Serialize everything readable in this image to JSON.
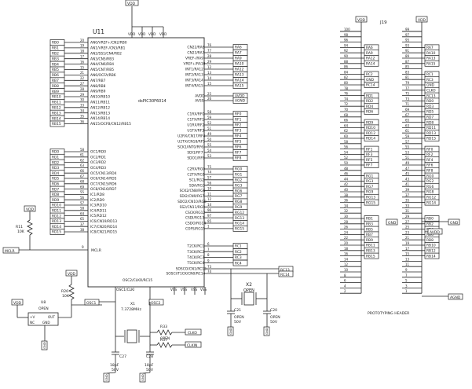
{
  "u11": {
    "ref": "U11",
    "part": "dsPIC30F6014",
    "vdd_pins": [
      "VDD",
      "VDD",
      "VDD",
      "VDD"
    ],
    "vss_pins": [
      "VSS",
      "VSS",
      "VSS",
      "VSS"
    ],
    "left": [
      {
        "net": "RB0",
        "num": "20",
        "fn": "AN0/VREF+/CN2/RB0"
      },
      {
        "net": "RB1",
        "num": "19",
        "fn": "AN1/VREF-/CN3/RB1"
      },
      {
        "net": "RB2",
        "num": "18",
        "fn": "AN2/SS1/CN4/RB2"
      },
      {
        "net": "RB3",
        "num": "17",
        "fn": "AN3/CN5/RB3"
      },
      {
        "net": "RB4",
        "num": "16",
        "fn": "AN4/CN6/RB4"
      },
      {
        "net": "RB5",
        "num": "15",
        "fn": "AN5/CN7/RB5"
      },
      {
        "net": "RB6",
        "num": "21",
        "fn": "AN6/OCFA/RB6"
      },
      {
        "net": "RB7",
        "num": "22",
        "fn": "AN7/RB7"
      },
      {
        "net": "RB8",
        "num": "27",
        "fn": "AN8/RB8"
      },
      {
        "net": "RB9",
        "num": "28",
        "fn": "AN9/RB9"
      },
      {
        "net": "RB10",
        "num": "29",
        "fn": "AN10/RB10"
      },
      {
        "net": "RB11",
        "num": "30",
        "fn": "AN11/RB11"
      },
      {
        "net": "RB12",
        "num": "33",
        "fn": "AN12/RB12"
      },
      {
        "net": "RB13",
        "num": "34",
        "fn": "AN13/RB13"
      },
      {
        "net": "RB14",
        "num": "35",
        "fn": "AN14/RB14"
      },
      {
        "net": "RB15",
        "num": "36",
        "fn": "AN15/OCFB/CN12/RB15"
      },
      {
        "net": "RD0",
        "num": "58",
        "fn": "OC1/RD0"
      },
      {
        "net": "RD1",
        "num": "61",
        "fn": "OC2/RD1"
      },
      {
        "net": "RD2",
        "num": "62",
        "fn": "OC3/RD2"
      },
      {
        "net": "RD3",
        "num": "63",
        "fn": "OC4/RD3"
      },
      {
        "net": "RD4",
        "num": "66",
        "fn": "OC5/CN13/RD4"
      },
      {
        "net": "RD5",
        "num": "67",
        "fn": "OC6/CN14/RD5"
      },
      {
        "net": "RD6",
        "num": "68",
        "fn": "OC7/CN15/RD6"
      },
      {
        "net": "RD7",
        "num": "69",
        "fn": "OC8/CN16/RD7"
      },
      {
        "net": "RD8",
        "num": "55",
        "fn": "IC1/RD8"
      },
      {
        "net": "RD9",
        "num": "56",
        "fn": "IC2/RD9"
      },
      {
        "net": "RD10",
        "num": "57",
        "fn": "IC3/RD10"
      },
      {
        "net": "RD11",
        "num": "58",
        "fn": "IC4/RD11"
      },
      {
        "net": "RD12",
        "num": "64",
        "fn": "IC5/RD12"
      },
      {
        "net": "RD13",
        "num": "65",
        "fn": "IC6/CN19/RD13"
      },
      {
        "net": "RD14",
        "num": "37",
        "fn": "IC7/CN20/RD14"
      },
      {
        "net": "RD15",
        "num": "38",
        "fn": "IC8/CN21/RD15"
      }
    ],
    "right": [
      {
        "net": "RA6",
        "num": "76",
        "fn": "CN22/RA6"
      },
      {
        "net": "RA7",
        "num": "77",
        "fn": "CN23/RA7"
      },
      {
        "net": "RA9",
        "num": "28",
        "fn": "VREF-/RA9"
      },
      {
        "net": "RA10",
        "num": "29",
        "fn": "VREF+/RA10"
      },
      {
        "net": "RA12",
        "num": "12",
        "fn": "INT1/RA12"
      },
      {
        "net": "RA13",
        "num": "13",
        "fn": "INT2/RA13"
      },
      {
        "net": "RA14",
        "num": "14",
        "fn": "INT3/RA14"
      },
      {
        "net": "RA15",
        "num": "15",
        "fn": "INT4/RA15"
      },
      {
        "net": "AVDD",
        "num": "25",
        "fn": "AVDD"
      },
      {
        "net": "AGND",
        "num": "26",
        "fn": "AVSS"
      },
      {
        "net": "RF0",
        "num": "58",
        "fn": "C1RX/RF0"
      },
      {
        "net": "RF1",
        "num": "59",
        "fn": "C1TX/RF1"
      },
      {
        "net": "RF2",
        "num": "52",
        "fn": "U1RX/RF2"
      },
      {
        "net": "RF3",
        "num": "51",
        "fn": "U1TX/RF3"
      },
      {
        "net": "RF4",
        "num": "49",
        "fn": "U2RX/CN17/RF4"
      },
      {
        "net": "RF5",
        "num": "50",
        "fn": "U2TX/CN18/RF5"
      },
      {
        "net": "RF6",
        "num": "55",
        "fn": "SCK1/INT0/RF6"
      },
      {
        "net": "RF7",
        "num": "54",
        "fn": "SDI1/RF7"
      },
      {
        "net": "RF8",
        "num": "53",
        "fn": "SDO1/RF8"
      },
      {
        "net": "RG0",
        "num": "75",
        "fn": "C2RX/RG0"
      },
      {
        "net": "RG1",
        "num": "74",
        "fn": "C2TX/RG1"
      },
      {
        "net": "RG2",
        "num": "57",
        "fn": "SCL/RG2"
      },
      {
        "net": "RG3",
        "num": "56",
        "fn": "SDA/RG3"
      },
      {
        "net": "RG6",
        "num": "10",
        "fn": "SCK2/CN8/RG6"
      },
      {
        "net": "RG7",
        "num": "11",
        "fn": "SDI2/CN9/RG7"
      },
      {
        "net": "RG8",
        "num": "12",
        "fn": "SDO2/CN10/RG8"
      },
      {
        "net": "RG9",
        "num": "14",
        "fn": "SS2/CN11/RG9"
      },
      {
        "net": "RG12",
        "num": "96",
        "fn": "CSCK/RG12"
      },
      {
        "net": "RG13",
        "num": "97",
        "fn": "CSDI/RG13"
      },
      {
        "net": "RG14",
        "num": "95",
        "fn": "CSDO/RG14"
      },
      {
        "net": "RG15",
        "num": "1",
        "fn": "COFS/RG15"
      },
      {
        "net": "RC1",
        "num": "6",
        "fn": "T2CK/RC1"
      },
      {
        "net": "RC2",
        "num": "7",
        "fn": "T3CK/RC2"
      },
      {
        "net": "RC3",
        "num": "8",
        "fn": "T4CK/RC3"
      },
      {
        "net": "RC4",
        "num": "9",
        "fn": "T5CK/RC4"
      },
      {
        "net": "RC13",
        "num": "73",
        "fn": "SOSCO/CN1/RC13"
      },
      {
        "net": "RC14",
        "num": "74",
        "fn": "SOSCI/T1CK/CN0/RC14"
      }
    ],
    "mclr": {
      "num": "9",
      "fn": "MCLR",
      "net": "MCLR"
    },
    "osc2": {
      "fn": "OSC2/CLKO/RC15",
      "num": "64"
    },
    "osc1": {
      "fn": "OSC1/CLKI",
      "num": "63"
    }
  },
  "power": {
    "vdd": "VDD"
  },
  "r11": {
    "ref": "R11",
    "val": "10K"
  },
  "r26": {
    "ref": "R26",
    "val": "10K"
  },
  "u8": {
    "ref": "U8",
    "sub": "OPEN",
    "p_in": "+V",
    "p_nc": "NC",
    "p_out": "OUT",
    "p_gnd": "GND"
  },
  "osc": {
    "osc1_net": "OSC1",
    "osc2_net": "OSC2"
  },
  "x1": {
    "ref": "X1",
    "val": "7.3728MHz"
  },
  "x2": {
    "ref": "X2",
    "sub": "OPEN"
  },
  "r33": {
    "ref": "R33",
    "val": "OPEN",
    "net": "CLKO"
  },
  "r37": {
    "ref": "R37",
    "val": "OPEN",
    "net": "CLKIN"
  },
  "c27": {
    "ref": "C27",
    "v1": "18pF",
    "v2": "50V"
  },
  "c28": {
    "ref": "C28",
    "v1": "18pF",
    "v2": "50V"
  },
  "c21": {
    "ref": "C21",
    "v1": "OPEN",
    "v2": "50V"
  },
  "c20": {
    "ref": "C20",
    "v1": "OPEN",
    "v2": "50V"
  },
  "gnd_label": "GND",
  "j19": {
    "ref": "J19",
    "caption": "PROTOTYPING HEADER",
    "left_pins": [
      "100",
      "98",
      "96",
      "94",
      "92",
      "90",
      "88",
      "86",
      "84",
      "82",
      "80",
      "78",
      "76",
      "74",
      "72",
      "70",
      "68",
      "66",
      "64",
      "62",
      "60",
      "58",
      "56",
      "54",
      "52",
      "50",
      "48",
      "46",
      "44",
      "42",
      "40",
      "38",
      "36",
      "34",
      "32",
      "30",
      "28",
      "26",
      "24",
      "22",
      "20",
      "18",
      "16",
      "14",
      "12",
      "10",
      "8",
      "6",
      "4",
      "2"
    ],
    "right_pins": [
      "99",
      "97",
      "95",
      "93",
      "91",
      "89",
      "87",
      "85",
      "83",
      "81",
      "79",
      "77",
      "75",
      "73",
      "71",
      "69",
      "67",
      "65",
      "63",
      "61",
      "59",
      "57",
      "55",
      "53",
      "51",
      "49",
      "47",
      "45",
      "43",
      "41",
      "39",
      "37",
      "35",
      "33",
      "31",
      "29",
      "27",
      "25",
      "23",
      "21",
      "19",
      "17",
      "15",
      "13",
      "11",
      "9",
      "7",
      "5",
      "3",
      "1"
    ],
    "left_nets": {
      "3": "RA6",
      "4": "RA9",
      "5": "RA12",
      "6": "RA14",
      "8": "RC2",
      "9": "GND",
      "10": "RC14",
      "12": "RD1",
      "13": "RD2",
      "14": "RD4",
      "15": "RD6",
      "17": "RD9",
      "18": "RD10",
      "19": "RD12",
      "20": "RD14",
      "22": "RF1",
      "23": "RF3",
      "24": "RF5",
      "25": "RF7",
      "27": "RG1",
      "28": "RG3",
      "29": "RG7",
      "30": "RG9",
      "31": "RG13",
      "32": "RG15",
      "35": "RB1",
      "36": "RB3",
      "37": "RB5",
      "38": "RB7",
      "39": "RB9",
      "40": "RB11",
      "41": "RB13",
      "42": "RB15"
    },
    "right_nets": {
      "3": "RA7",
      "4": "RA10",
      "5": "RA13",
      "6": "RA15",
      "8": "RC1",
      "9": "RC3",
      "10": "GND",
      "11": "CLKO",
      "12": "RC13",
      "13": "RD0",
      "14": "RD3",
      "15": "RD5",
      "16": "RD7",
      "17": "RD8",
      "18": "RD11",
      "19": "RD13",
      "20": "RD15",
      "22": "RF0",
      "23": "RF2",
      "24": "RF4",
      "25": "RF6",
      "26": "RF8",
      "27": "RG0",
      "28": "RG2",
      "29": "RG6",
      "30": "RG8",
      "31": "RG12",
      "32": "RG14",
      "35": "RB0",
      "36": "RB2",
      "37": "RB4",
      "38": "RB6",
      "39": "RB8",
      "40": "RB10",
      "41": "RB12",
      "42": "RB14"
    },
    "gnd": "GND",
    "agnd": "AGND",
    "avdd": "AVDD"
  }
}
